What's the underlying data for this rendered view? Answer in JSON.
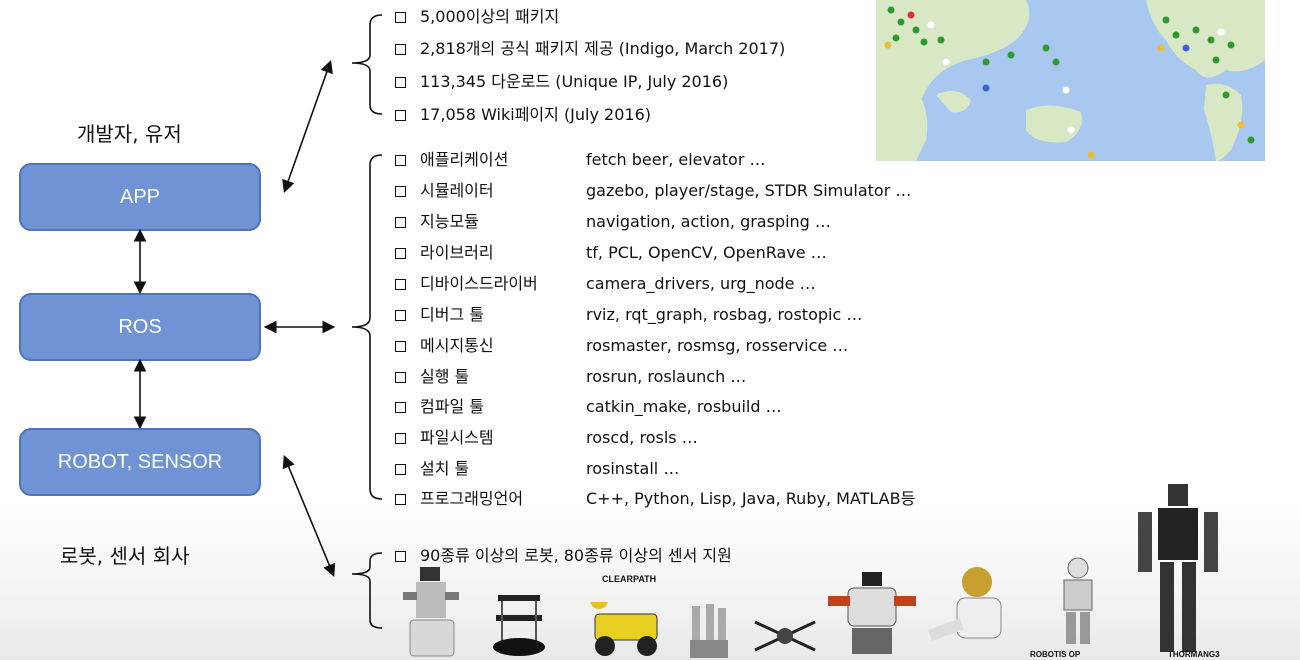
{
  "left": {
    "developer_label": "개발자, 유저",
    "company_label": "로봇, 센서 회사",
    "boxes": {
      "app": "APP",
      "ros": "ROS",
      "robot": "ROBOT, SENSOR"
    }
  },
  "stats": [
    "5,000이상의 패키지",
    "2,818개의 공식 패키지 제공 (Indigo, March 2017)",
    "113,345 다운로드 (Unique IP, July 2016)",
    "17,058 Wiki페이지 (July 2016)"
  ],
  "features": [
    {
      "name": "애플리케이션",
      "examples": "fetch beer, elevator …"
    },
    {
      "name": "시뮬레이터",
      "examples": "gazebo, player/stage, STDR Simulator …"
    },
    {
      "name": "지능모듈",
      "examples": "navigation, action, grasping …"
    },
    {
      "name": "라이브러리",
      "examples": "tf, PCL, OpenCV, OpenRave …"
    },
    {
      "name": "디바이스드라이버",
      "examples": "camera_drivers, urg_node …"
    },
    {
      "name": "디버그 툴",
      "examples": "rviz, rqt_graph, rosbag, rostopic …"
    },
    {
      "name": "메시지통신",
      "examples": "rosmaster, rosmsg, rosservice …"
    },
    {
      "name": "실행 툴",
      "examples": "rosrun, roslaunch …"
    },
    {
      "name": "컴파일 툴",
      "examples": "catkin_make, rosbuild …"
    },
    {
      "name": "파일시스템",
      "examples": "roscd, rosls …"
    },
    {
      "name": "설치 툴",
      "examples": "rosinstall …"
    },
    {
      "name": "프로그래밍언어",
      "examples": "C++, Python, Lisp, Java, Ruby, MATLAB등"
    }
  ],
  "robots": {
    "support": "90종류 이상의 로봇, 80종류 이상의 센서 지원",
    "clearpath_logo": "CLEARPATH",
    "robotis_label": "ROBOTIS OP",
    "thormang_label": "THORMANG3"
  },
  "colors": {
    "box_fill": "#6f93d5",
    "box_border": "#4f74bb",
    "map_ocean": "#a9c8f0",
    "map_land": "#d9e8c4"
  },
  "icons": [
    "checkbox-icon",
    "world-map",
    "robot-images"
  ]
}
